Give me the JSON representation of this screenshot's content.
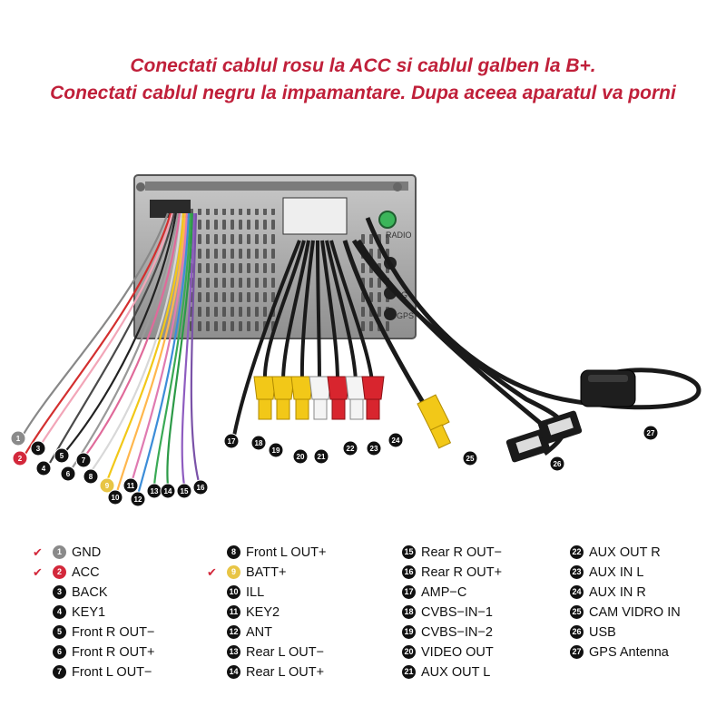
{
  "header": {
    "line1": "Conectati cablul rosu la ACC si cablul galben la B+.",
    "line2": "Conectati cablul negru la impamantare. Dupa aceea aparatul va porni"
  },
  "unit_labels": {
    "radio": "RADIO",
    "band_4g": "4G",
    "gps": "GPS"
  },
  "colors": {
    "header_text": "#c0203a",
    "check_mark": "#d3283b",
    "badge_default": "#111111",
    "badge_gray": "#8a8a8a",
    "badge_red": "#d3283b",
    "badge_yellow": "#e8c545",
    "rca_yellow": "#f2c818",
    "rca_red": "#d8252e",
    "rca_white": "#f4f4f4",
    "chassis": "#a9a9a9"
  },
  "callouts": [
    {
      "num": "1",
      "color": "gray"
    },
    {
      "num": "2",
      "color": "red"
    },
    {
      "num": "3",
      "color": "black"
    },
    {
      "num": "4",
      "color": "black"
    },
    {
      "num": "5",
      "color": "black"
    },
    {
      "num": "6",
      "color": "black"
    },
    {
      "num": "7",
      "color": "black"
    },
    {
      "num": "8",
      "color": "black"
    },
    {
      "num": "9",
      "color": "yellow"
    },
    {
      "num": "10",
      "color": "black"
    },
    {
      "num": "11",
      "color": "black"
    },
    {
      "num": "12",
      "color": "black"
    },
    {
      "num": "13",
      "color": "black"
    },
    {
      "num": "14",
      "color": "black"
    },
    {
      "num": "15",
      "color": "black"
    },
    {
      "num": "16",
      "color": "black"
    },
    {
      "num": "17",
      "color": "black"
    },
    {
      "num": "18",
      "color": "black"
    },
    {
      "num": "19",
      "color": "black"
    },
    {
      "num": "20",
      "color": "black"
    },
    {
      "num": "21",
      "color": "black"
    },
    {
      "num": "22",
      "color": "black"
    },
    {
      "num": "23",
      "color": "black"
    },
    {
      "num": "24",
      "color": "black"
    },
    {
      "num": "25",
      "color": "black"
    },
    {
      "num": "26",
      "color": "black"
    },
    {
      "num": "27",
      "color": "black"
    }
  ],
  "legend": [
    {
      "num": "1",
      "label": "GND",
      "checked": true,
      "color": "gray"
    },
    {
      "num": "2",
      "label": "ACC",
      "checked": true,
      "color": "red"
    },
    {
      "num": "3",
      "label": "BACK",
      "checked": false,
      "color": "black"
    },
    {
      "num": "4",
      "label": "KEY1",
      "checked": false,
      "color": "black"
    },
    {
      "num": "5",
      "label": "Front R OUT−",
      "checked": false,
      "color": "black"
    },
    {
      "num": "6",
      "label": "Front R OUT+",
      "checked": false,
      "color": "black"
    },
    {
      "num": "7",
      "label": "Front L OUT−",
      "checked": false,
      "color": "black"
    },
    {
      "num": "8",
      "label": "Front L OUT+",
      "checked": false,
      "color": "black"
    },
    {
      "num": "9",
      "label": "BATT+",
      "checked": true,
      "color": "yellow"
    },
    {
      "num": "10",
      "label": "ILL",
      "checked": false,
      "color": "black"
    },
    {
      "num": "11",
      "label": "KEY2",
      "checked": false,
      "color": "black"
    },
    {
      "num": "12",
      "label": "ANT",
      "checked": false,
      "color": "black"
    },
    {
      "num": "13",
      "label": "Rear L OUT−",
      "checked": false,
      "color": "black"
    },
    {
      "num": "14",
      "label": "Rear L OUT+",
      "checked": false,
      "color": "black"
    },
    {
      "num": "15",
      "label": "Rear R OUT−",
      "checked": false,
      "color": "black"
    },
    {
      "num": "16",
      "label": "Rear R OUT+",
      "checked": false,
      "color": "black"
    },
    {
      "num": "17",
      "label": "AMP−C",
      "checked": false,
      "color": "black"
    },
    {
      "num": "18",
      "label": "CVBS−IN−1",
      "checked": false,
      "color": "black"
    },
    {
      "num": "19",
      "label": "CVBS−IN−2",
      "checked": false,
      "color": "black"
    },
    {
      "num": "20",
      "label": "VIDEO OUT",
      "checked": false,
      "color": "black"
    },
    {
      "num": "21",
      "label": "AUX OUT L",
      "checked": false,
      "color": "black"
    },
    {
      "num": "22",
      "label": "AUX OUT R",
      "checked": false,
      "color": "black"
    },
    {
      "num": "23",
      "label": "AUX IN L",
      "checked": false,
      "color": "black"
    },
    {
      "num": "24",
      "label": "AUX IN R",
      "checked": false,
      "color": "black"
    },
    {
      "num": "25",
      "label": "CAM VIDRO IN",
      "checked": false,
      "color": "black"
    },
    {
      "num": "26",
      "label": "USB",
      "checked": false,
      "color": "black"
    },
    {
      "num": "27",
      "label": "GPS Antenna",
      "checked": false,
      "color": "black"
    }
  ]
}
